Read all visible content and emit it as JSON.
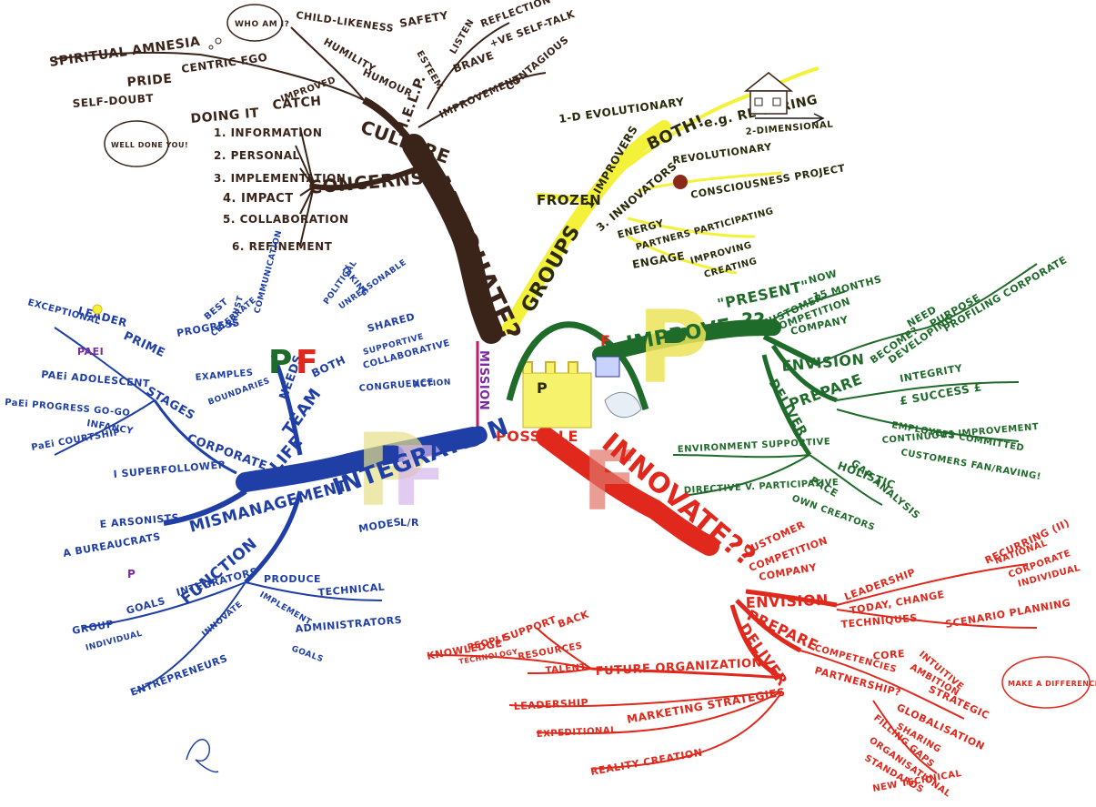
{
  "center": {
    "mission": "MISSION",
    "possible": "POSSIBLE",
    "p_letter": "P",
    "f_letter": "F"
  },
  "branches": {
    "adequate": {
      "title": "ADEQUATE?",
      "culture": {
        "label": "CULTURE",
        "items": [
          "SPIRITUAL AMNESIA",
          "PRIDE",
          "SELF-DOUBT",
          "CENTRIC EGO",
          "DOING IT",
          "CATCH",
          "IMPROVED",
          "CHILD-LIKENESS",
          "HUMILITY",
          "HUMOUR",
          "SAFETY",
          "ESTEEM",
          "H.E.L.P.",
          "LISTEN",
          "REFLECTION",
          "BRAVE",
          "+VE SELF-TALK",
          "IMPROVEMENT",
          "CONTAGIOUS"
        ],
        "thought": "WHO AM I?",
        "speech": "WELL DONE YOU!"
      },
      "concerns": {
        "label": "CONCERNS",
        "items": [
          "1. INFORMATION",
          "2. PERSONAL",
          "3. IMPLEMENTATION",
          "4. IMPACT",
          "5. COLLABORATION",
          "6. REFINEMENT"
        ]
      },
      "groups": {
        "label": "GROUPS",
        "frozen": "FROZEN",
        "items": [
          "1. IMPROVERS",
          "3. INNOVATORS",
          "BOTH!",
          "e.g. RE-WIRING",
          "1-D EVOLUTIONARY",
          "REVOLUTIONARY",
          "2-DIMENSIONAL",
          "CONSCIOUSNESS PROJECT",
          "ENERGY",
          "PARTNERS PARTICIPATING",
          "ENGAGE",
          "IMPROVING",
          "CREATING"
        ]
      }
    },
    "improve": {
      "title": "IMPROVE",
      "present": "\"PRESENT\"",
      "present_items": [
        "NOW",
        "15 MONTHS"
      ],
      "qq": "??",
      "customers": [
        "CUSTOMER",
        "COMPETITION",
        "COMPANY"
      ],
      "envision": "ENVISION",
      "envision_items": [
        "BECOME?",
        "NEED",
        "PURPOSE",
        "PROFILING CORPORATE",
        "DEVELOPING"
      ],
      "prepare": "PREPARE",
      "prepare_items": [
        "INTEGRITY",
        "£ SUCCESS £",
        "EMPLOYEES COMMITTED",
        "CONTINUOUS IMPROVEMENT",
        "CUSTOMERS FAN/RAVING!",
        "GAP ANALYSIS"
      ],
      "deliver": "DELIVER",
      "deliver_items": [
        "ENVIRONMENT SUPPORTIVE",
        "DIRECTIVE V. PARTICIPATIVE",
        "PACE",
        "HOLISTIC",
        "OWN CREATORS"
      ]
    },
    "innovate": {
      "title": "INNOVATE??",
      "customers": [
        "CUSTOMER",
        "COMPETITION",
        "COMPANY"
      ],
      "envision": "ENVISION",
      "envision_items": [
        "LEADERSHIP",
        "TODAY, CHANGE",
        "RECURRING (II)",
        "NATIONAL",
        "CORPORATE",
        "INDIVIDUAL",
        "TECHNIQUES",
        "SCENARIO PLANNING",
        "INTUITIVE",
        "AMBITION",
        "STRATEGIC"
      ],
      "prepare": "PREPARE",
      "prepare_items": [
        "COMPETENCIES",
        "CORE",
        "PARTNERSHIP?"
      ],
      "deliver": "DELIVER",
      "deliver_items": [
        "GLOBALISATION",
        "SHARING",
        "FILLING GAPS",
        "ORGANISATIONAL",
        "STANDARDS",
        "NEW TECHNICAL"
      ],
      "speech": "MAKE A DIFFERENCE!",
      "future": {
        "label": "FUTURE ORGANIZATION",
        "items": [
          "KNOWLEDGE",
          "PEOPLE",
          "TECHNOLOGY",
          "SUPPORT",
          "BACK",
          "RESOURCES",
          "TALENT"
        ]
      },
      "leadership": "LEADERSHIP",
      "marketing": "MARKETING STRATEGIES",
      "expeditional": "EXPEDITIONAL",
      "reality": "REALITY CREATION"
    },
    "integration": {
      "title": "INTEGRATION",
      "team": "TEAM",
      "needs": "NEEDS",
      "life": "LIFE",
      "pf": {
        "items": [
          "PROGRESS",
          "BEST",
          "CELEBRATE",
          "EXAMPLES",
          "BOUNDARIES",
          "BOTH",
          "POLITICAL",
          "TAKING",
          "UNREASONABLE",
          "SHARED",
          "SUPPORTIVE",
          "COLLABORATIVE",
          "CONGRUENCE",
          "ACTION",
          "TRUST",
          "COMMUNICATION"
        ]
      },
      "lifecycle": {
        "label": "STAGES",
        "items": [
          "EXCEPTIONAL",
          "LEADER",
          "PRIME",
          "PAEI",
          "PAEi ADOLESCENT",
          "PaEi PROGRESS GO-GO",
          "INFANCY",
          "PaEi COURTSHIP"
        ],
        "corporate": "CORPORATE"
      },
      "mismanagement": {
        "label": "MISMANAGEMENT",
        "items": [
          "I SUPERFOLLOWER",
          "E ARSONISTS",
          "A BUREAUCRATS",
          "P"
        ]
      },
      "function": {
        "label": "FUNCTION",
        "items": [
          "INTEGRATORS",
          "GOALS",
          "GROUP",
          "INDIVIDUAL",
          "INNOVATE",
          "ENTREPRENEURS",
          "PRODUCE",
          "TECHNICAL",
          "IMPLEMENT",
          "ADMINISTRATORS",
          "GOALS"
        ]
      },
      "modes": "MODES",
      "lr": "L/R"
    }
  },
  "colors": {
    "brown": "#3a241a",
    "yellow": "#f4f13a",
    "green": "#1f6b2a",
    "red": "#e0281c",
    "blue": "#1f3fa6",
    "purple": "#7a2aa0"
  }
}
